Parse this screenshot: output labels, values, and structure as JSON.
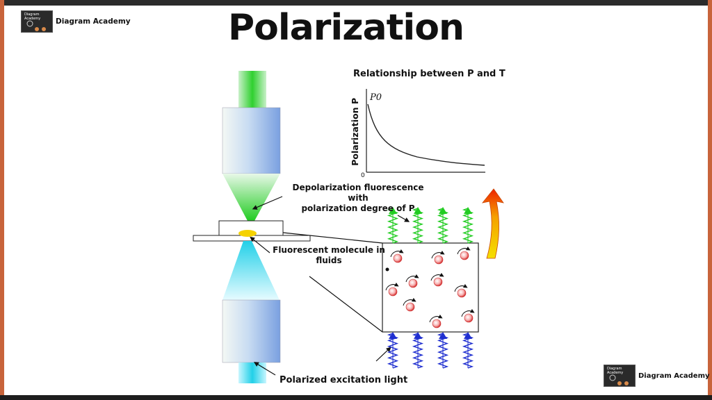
{
  "title": "Polarization",
  "brand": {
    "name": "Diagram Academy"
  },
  "graph": {
    "title": "Relationship between P and T",
    "ylabel": "Polarization P",
    "p0_label": "P0",
    "origin_label": "0"
  },
  "labels": {
    "depolarization_line1": "Depolarization fluorescence with",
    "depolarization_line2": "polarization degree of P",
    "molecule_line1": "Fluorescent molecule in",
    "molecule_line2": "fluids",
    "excitation": "Polarized excitation light"
  },
  "colors": {
    "emission_green": "#22cc22",
    "excitation_cyan": "#22d0e8",
    "excitation_blue": "#1f2fd0",
    "objective_blue": "#8fb0e6",
    "rotation_arrow": "#f5c800",
    "frame_orange": "#c8643b"
  }
}
